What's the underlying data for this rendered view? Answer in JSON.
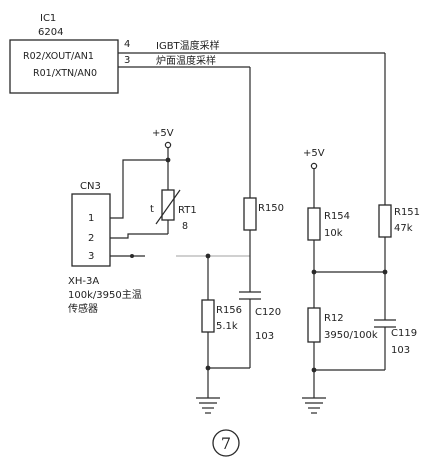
{
  "ic": {
    "ref": "IC1",
    "part": "6204",
    "pin_top_label": "R02/XOUT/AN1",
    "pin_bottom_label": "R01/XTN/AN0",
    "pin_top_number": "4",
    "pin_bottom_number": "3",
    "net_top": "IGBT温度采样",
    "net_bottom": "炉面温度采样"
  },
  "connector": {
    "ref": "CN3",
    "pins": [
      "1",
      "2",
      "3"
    ],
    "model": "XH-3A",
    "desc_line1": "100k/3950主温",
    "desc_line2": "传感器"
  },
  "supply": {
    "left": "+5V",
    "right": "+5V"
  },
  "components": {
    "rt1_ref": "RT1",
    "rt1_t": "t",
    "rt1_val": "8",
    "r150": "R150",
    "r156": "R156",
    "r156_val": "5.1k",
    "c120": "C120",
    "c120_val": "103",
    "r154": "R154",
    "r154_val": "10k",
    "r151": "R151",
    "r151_val": "47k",
    "r12": "R12",
    "r12_val": "3950/100k",
    "c119": "C119",
    "c119_val": "103"
  },
  "figure_number": "7"
}
